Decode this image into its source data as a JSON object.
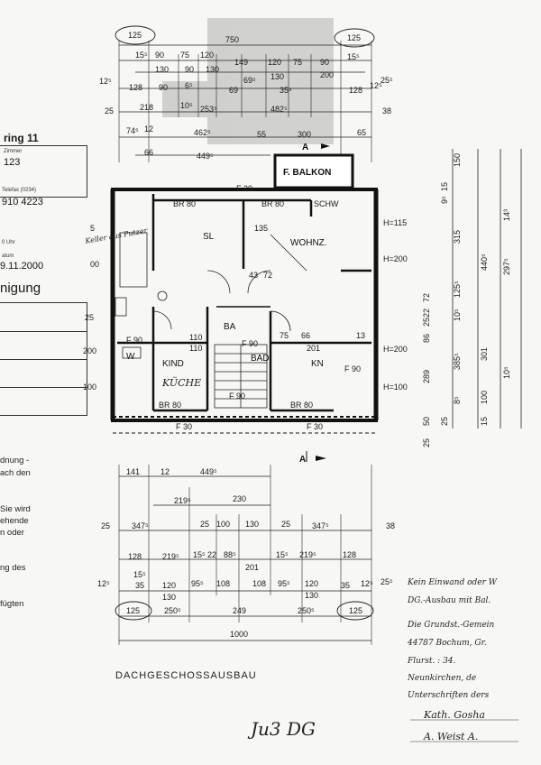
{
  "document": {
    "caption": "DACHGESCHOSSAUSBAU",
    "handwritten_footer": "Ju3 DG",
    "section_marker": "A"
  },
  "left_panel": {
    "header": "ring 11",
    "zimmer_label": "Zimmer",
    "zimmer_value": "123",
    "fax_label": "Telefax (0234)",
    "fax_value": "910 4223",
    "time_label": "0 Uhr",
    "date_label": "atum",
    "date_value": "9.11.2000",
    "title_fragment": "nigung",
    "body_fragments": [
      "dnung -",
      "ach den",
      "Sie wird",
      "ehende",
      "n  oder",
      "ng des",
      "fügten"
    ]
  },
  "rooms": {
    "balkon": "F. BALKON",
    "sl": "SL",
    "wohnz": "WOHNZ.",
    "kind": "KIND",
    "kueche": "KÜCHE",
    "kn": "KN",
    "ba": "BA",
    "w": "W",
    "bad": "BAD"
  },
  "top_dims": {
    "row1": [
      "125",
      "750",
      "125"
    ],
    "row2": [
      "15⁵",
      "90",
      "75",
      "120",
      "149",
      "120",
      "75",
      "90",
      "15⁵"
    ],
    "row3": [
      "130",
      "90",
      "130",
      "200"
    ],
    "row4": [
      "12⁵",
      "128",
      "90",
      "6⁵",
      "69",
      "69⁵",
      "130",
      "35⁴",
      "128",
      "12⁵",
      "25⁵"
    ],
    "row5": [
      "25",
      "218",
      "10⁵",
      "253⁵",
      "482⁵",
      "38"
    ],
    "row6": [
      "74⁵",
      "12",
      "462⁵",
      "55",
      "300",
      "65"
    ],
    "row7": [
      "66",
      "449⁵"
    ]
  },
  "bottom_dims": {
    "row1": [
      "141",
      "12",
      "449⁵"
    ],
    "row2": [
      "219⁵",
      "230"
    ],
    "row3": [
      "25",
      "347⁵",
      "25",
      "100",
      "130",
      "25",
      "347⁵",
      "38"
    ],
    "row4": [
      "128",
      "219⁵",
      "15⁵",
      "22",
      "88⁵",
      "15⁵",
      "219⁵",
      "128"
    ],
    "row4b": [
      "201"
    ],
    "row5": [
      "12⁵",
      "15⁵",
      "35",
      "120",
      "95⁵",
      "108",
      "108",
      "95⁵",
      "120",
      "35",
      "12⁵",
      "25⁵"
    ],
    "row6": [
      "130",
      "130"
    ],
    "row7": [
      "125",
      "250⁵",
      "249",
      "250⁵",
      "125"
    ],
    "total": "1000"
  },
  "right_dims": {
    "labels": [
      "150",
      "15",
      "9⁵",
      "315",
      "440⁵",
      "14³",
      "297⁵",
      "125⁵",
      "72",
      "22",
      "25",
      "10⁵",
      "86",
      "385⁵",
      "301",
      "289",
      "100",
      "8⁵",
      "50",
      "25",
      "15",
      "10⁵",
      "25"
    ],
    "heights": [
      "H=115",
      "H=200",
      "H=200",
      "H=100"
    ]
  },
  "left_dims": [
    "5",
    "00",
    "25",
    "200",
    "100"
  ],
  "door_labels": [
    "F 30",
    "BR 80",
    "BR 80",
    "SCHW",
    "F 90",
    "F 90",
    "BR 80",
    "BR 80",
    "F 30",
    "F 30",
    "F 90",
    "F 90",
    "135",
    "110",
    "43",
    "72",
    "75",
    "66",
    "201",
    "13",
    "110"
  ],
  "handwritten": {
    "kellner": "Keller aus Putzer",
    "note_lines": [
      "Kein Einwand oder W",
      "DG.-Ausbau mit Bal.",
      "Die Grundst.-Gemein",
      "44787 Bochum, Gr.",
      "Flurst. : 34.",
      "Neunkirchen, de",
      "Unterschriften ders",
      "Kath. Gosha",
      "A. Weist A."
    ]
  }
}
